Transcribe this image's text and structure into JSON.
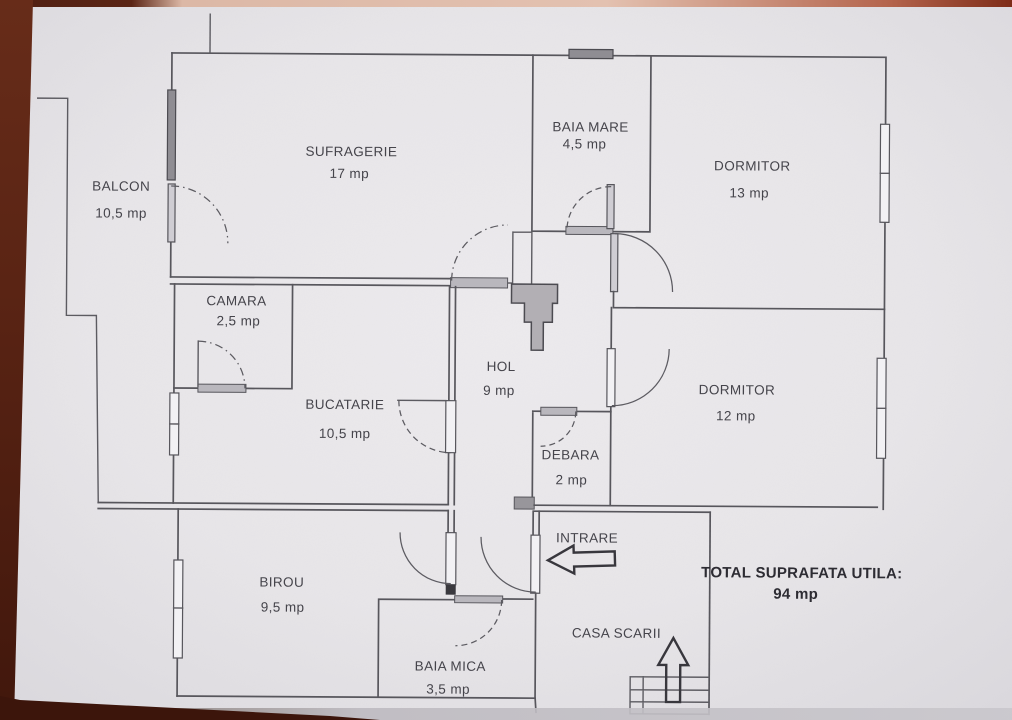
{
  "rooms": [
    {
      "name": "BALCON",
      "area": "10,5 mp"
    },
    {
      "name": "SUFRAGERIE",
      "area": "17 mp"
    },
    {
      "name": "BAIA MARE",
      "area": "4,5 mp"
    },
    {
      "name": "DORMITOR",
      "area": "13 mp"
    },
    {
      "name": "CAMARA",
      "area": "2,5 mp"
    },
    {
      "name": "BUCATARIE",
      "area": "10,5 mp"
    },
    {
      "name": "HOL",
      "area": "9 mp"
    },
    {
      "name": "DEBARA",
      "area": "2 mp"
    },
    {
      "name": "DORMITOR",
      "area": "12 mp"
    },
    {
      "name": "BIROU",
      "area": "9,5 mp"
    },
    {
      "name": "BAIA MICA",
      "area": "3,5 mp"
    }
  ],
  "annotations": {
    "entrance": "INTRARE",
    "stairwell": "CASA SCARII",
    "total_label": "TOTAL SUPRAFATA UTILA:",
    "total_value": "94 mp"
  },
  "colors": {
    "paper": "#e9e7ea",
    "ink": "#57565c",
    "chimney_fill": "#b2afb4",
    "wood_border": "#4f1f12"
  }
}
